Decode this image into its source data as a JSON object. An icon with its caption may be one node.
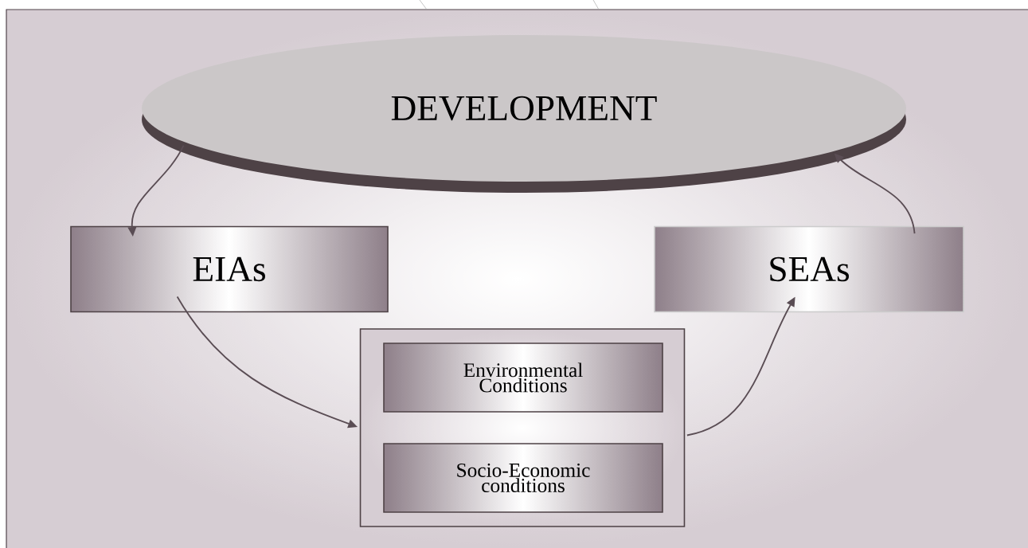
{
  "diagram": {
    "nodes": [
      {
        "text": [
          "DEVELOPMENT"
        ]
      },
      {
        "text": [
          "EIAs"
        ]
      },
      {
        "text": [
          "SEAs"
        ]
      },
      {
        "text": [],
        "shape": "box"
      },
      {
        "text": [
          "Environmental Conditions"
        ],
        "in": 3
      },
      {
        "text": [
          "Socio-Economic conditions"
        ],
        "in": 3
      }
    ],
    "edges": [
      {
        "from": 0,
        "to": 1,
        "arrow": "to"
      },
      {
        "from": 1,
        "to": 3,
        "arrow": "to"
      },
      {
        "from": 3,
        "to": 2,
        "arrow": "to"
      },
      {
        "from": 2,
        "to": 0,
        "arrow": "to"
      }
    ]
  }
}
